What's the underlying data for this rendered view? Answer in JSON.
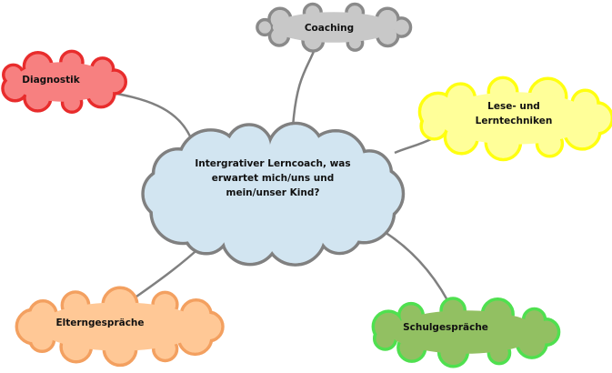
{
  "center": {
    "text_lines": [
      "Intergrativer Lerncoach, was",
      "erwartet mich/uns und",
      "mein/unser Kind?"
    ],
    "fill": "#d2e5f1",
    "stroke": "#808080"
  },
  "nodes": [
    {
      "id": "coaching",
      "text_lines": [
        "Coaching"
      ],
      "fill": "#c8c8c8",
      "stroke": "#8a8a8a"
    },
    {
      "id": "diagnostik",
      "text_lines": [
        "Diagnostik"
      ],
      "fill": "#f78080",
      "stroke": "#e82c2c"
    },
    {
      "id": "lese",
      "text_lines": [
        "Lese- und",
        "Lerntechniken"
      ],
      "fill": "#ffff99",
      "stroke": "#ffff10"
    },
    {
      "id": "eltern",
      "text_lines": [
        "Elterngespräche"
      ],
      "fill": "#ffc896",
      "stroke": "#f3a060"
    },
    {
      "id": "schul",
      "text_lines": [
        "Schulgespräche"
      ],
      "fill": "#92c062",
      "stroke": "#4fe04f"
    }
  ],
  "connector_color": "#808080"
}
